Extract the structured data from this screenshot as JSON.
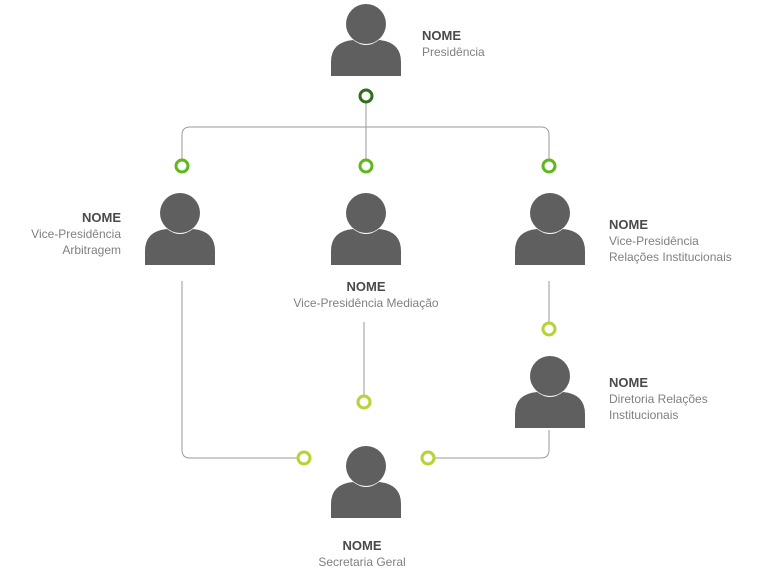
{
  "colors": {
    "person": "#5f5f5f",
    "line": "#9a9a9a",
    "name_text": "#4a4a4a",
    "role_text": "#808080",
    "dot_dark_green": "#2f6f1c",
    "dot_green": "#5fb81c",
    "dot_lime": "#b5d334"
  },
  "nodes": {
    "presidencia": {
      "name": "NOME",
      "role_lines": [
        "Presidência"
      ],
      "icon": "person-icon"
    },
    "vp_arbitragem": {
      "name": "NOME",
      "role_lines": [
        "Vice-Presidência",
        "Arbitragem"
      ],
      "icon": "person-icon"
    },
    "vp_mediacao": {
      "name": "NOME",
      "role_lines": [
        "Vice-Presidência Mediação"
      ],
      "icon": "person-icon"
    },
    "vp_relacoes": {
      "name": "NOME",
      "role_lines": [
        "Vice-Presidência",
        "Relações Institucionais"
      ],
      "icon": "person-icon"
    },
    "diretoria_relacoes": {
      "name": "NOME",
      "role_lines": [
        "Diretoria Relações",
        "Institucionais"
      ],
      "icon": "person-icon"
    },
    "secretaria_geral": {
      "name": "NOME",
      "role_lines": [
        "Secretaria Geral"
      ],
      "icon": "person-icon"
    }
  }
}
